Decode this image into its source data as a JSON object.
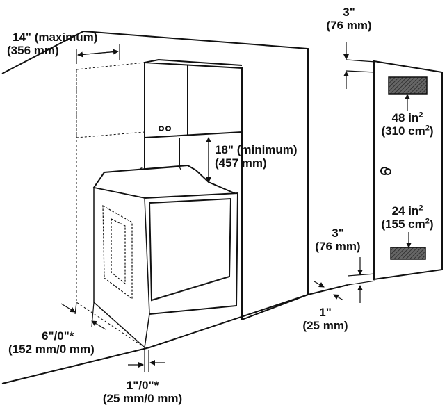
{
  "labels": {
    "top_clearance_in": "3\"",
    "top_clearance_mm": "(76 mm)",
    "cabinet_depth_in": "14\" (maximum)",
    "cabinet_depth_mm": "(356 mm)",
    "overhead_clearance_in": "18\" (minimum)",
    "overhead_clearance_mm": "(457 mm)",
    "upper_vent_area_in": "48 in",
    "upper_vent_area_cm": "(310 cm",
    "lower_vent_area_in": "24 in",
    "lower_vent_area_cm": "(155 cm",
    "bottom_clearance_in": "3\"",
    "bottom_clearance_mm": "(76 mm)",
    "door_gap_in": "1\"",
    "door_gap_mm": "(25 mm)",
    "rear_clearance_in": "6\"/0\"*",
    "rear_clearance_mm": "(152 mm/0 mm)",
    "side_clearance_in": "1\"/0\"*",
    "side_clearance_mm": "(25 mm/0 mm)",
    "sq_suffix": "2",
    "close_paren": ")"
  },
  "colors": {
    "ink": "#111111",
    "vent_fill": "#555555"
  }
}
